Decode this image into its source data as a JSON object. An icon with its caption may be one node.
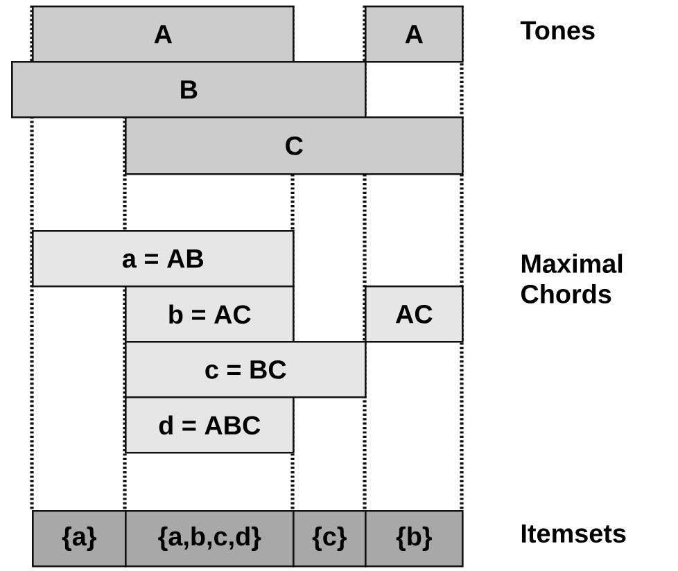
{
  "diagram": {
    "nodes": [
      {
        "text": [
          "A"
        ]
      },
      {
        "text": [
          "A"
        ]
      },
      {
        "text": [
          "B"
        ]
      },
      {
        "text": [
          "C"
        ]
      },
      {
        "text": [
          "a = AB"
        ]
      },
      {
        "text": [
          "b = AC"
        ]
      },
      {
        "text": [
          "AC"
        ]
      },
      {
        "text": [
          "c = BC"
        ]
      },
      {
        "text": [
          "d = ABC"
        ]
      },
      {
        "text": [
          "{a}"
        ]
      },
      {
        "text": [
          "{a,b,c,d}"
        ]
      },
      {
        "text": [
          "{c}"
        ]
      },
      {
        "text": [
          "{b}"
        ]
      }
    ],
    "labels": [
      "Tones",
      "Maximal Chords",
      "Itemsets"
    ]
  }
}
